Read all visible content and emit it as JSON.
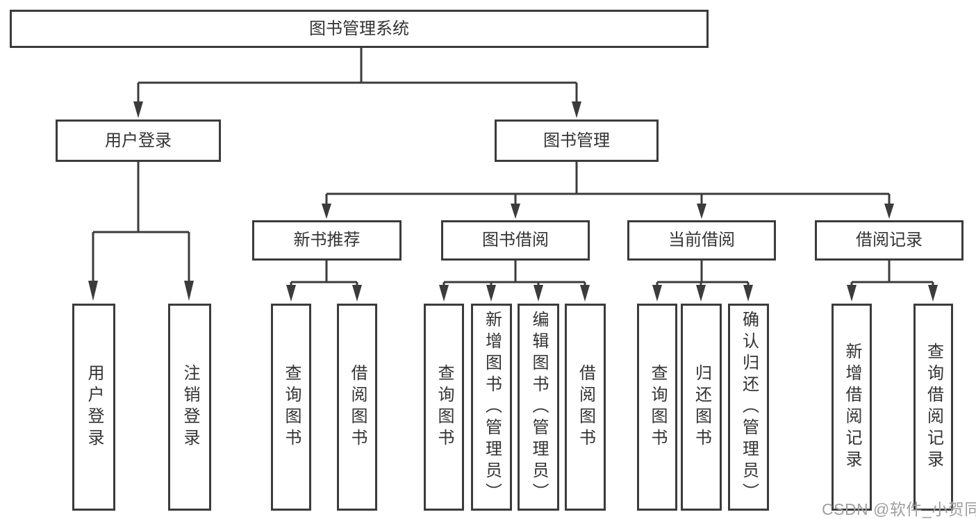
{
  "tree": {
    "root": {
      "label": "图书管理系统",
      "children": [
        {
          "label": "用户登录",
          "children": [
            {
              "label": "用户登录"
            },
            {
              "label": "注销登录"
            }
          ]
        },
        {
          "label": "图书管理",
          "children": [
            {
              "label": "新书推荐",
              "children": [
                {
                  "label": "查询图书"
                },
                {
                  "label": "借阅图书"
                }
              ]
            },
            {
              "label": "图书借阅",
              "children": [
                {
                  "label": "查询图书"
                },
                {
                  "label": "新增图书（管理员）"
                },
                {
                  "label": "编辑图书（管理员）"
                },
                {
                  "label": "借阅图书"
                }
              ]
            },
            {
              "label": "当前借阅",
              "children": [
                {
                  "label": "查询图书"
                },
                {
                  "label": "归还图书"
                },
                {
                  "label": "确认归还（管理员）"
                }
              ]
            },
            {
              "label": "借阅记录",
              "children": [
                {
                  "label": "新增借阅记录"
                },
                {
                  "label": "查询借阅记录"
                }
              ]
            }
          ]
        }
      ]
    }
  },
  "watermark": {
    "text": "CSDN @软件_小贺同学"
  },
  "colors": {
    "line": "#3b3b3b",
    "text": "#333333",
    "watermark": "#9f9f9f",
    "background": "#ffffff"
  }
}
